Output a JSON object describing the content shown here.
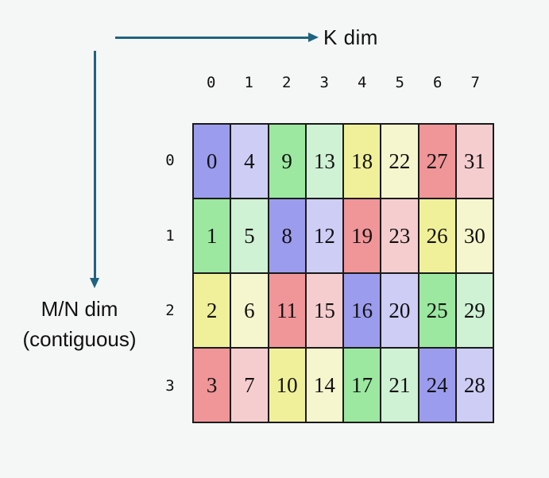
{
  "colors": {
    "background": "#f5f6f6",
    "arrow": "#1f6380",
    "grid_line": "#1a1a1a",
    "palette": {
      "purple": "#9c9cee",
      "purple-light": "#cdcdf5",
      "green": "#9ce8a0",
      "green-light": "#cff1d4",
      "yellow": "#f0f09a",
      "yellow-light": "#f6f6ce",
      "red": "#f09598",
      "red-light": "#f6cdcf"
    }
  },
  "axes": {
    "k_label": "K dim",
    "mn_label_line1": "M/N dim",
    "mn_label_line2": "(contiguous)"
  },
  "matrix": {
    "col_headers": [
      "0",
      "1",
      "2",
      "3",
      "4",
      "5",
      "6",
      "7"
    ],
    "row_headers": [
      "0",
      "1",
      "2",
      "3"
    ],
    "rows": [
      {
        "cells": [
          {
            "v": "0",
            "c": "purple"
          },
          {
            "v": "4",
            "c": "purple-light"
          },
          {
            "v": "9",
            "c": "green"
          },
          {
            "v": "13",
            "c": "green-light"
          },
          {
            "v": "18",
            "c": "yellow"
          },
          {
            "v": "22",
            "c": "yellow-light"
          },
          {
            "v": "27",
            "c": "red"
          },
          {
            "v": "31",
            "c": "red-light"
          }
        ]
      },
      {
        "cells": [
          {
            "v": "1",
            "c": "green"
          },
          {
            "v": "5",
            "c": "green-light"
          },
          {
            "v": "8",
            "c": "purple"
          },
          {
            "v": "12",
            "c": "purple-light"
          },
          {
            "v": "19",
            "c": "red"
          },
          {
            "v": "23",
            "c": "red-light"
          },
          {
            "v": "26",
            "c": "yellow"
          },
          {
            "v": "30",
            "c": "yellow-light"
          }
        ]
      },
      {
        "cells": [
          {
            "v": "2",
            "c": "yellow"
          },
          {
            "v": "6",
            "c": "yellow-light"
          },
          {
            "v": "11",
            "c": "red"
          },
          {
            "v": "15",
            "c": "red-light"
          },
          {
            "v": "16",
            "c": "purple"
          },
          {
            "v": "20",
            "c": "purple-light"
          },
          {
            "v": "25",
            "c": "green"
          },
          {
            "v": "29",
            "c": "green-light"
          }
        ]
      },
      {
        "cells": [
          {
            "v": "3",
            "c": "red"
          },
          {
            "v": "7",
            "c": "red-light"
          },
          {
            "v": "10",
            "c": "yellow"
          },
          {
            "v": "14",
            "c": "yellow-light"
          },
          {
            "v": "17",
            "c": "green"
          },
          {
            "v": "21",
            "c": "green-light"
          },
          {
            "v": "24",
            "c": "purple"
          },
          {
            "v": "28",
            "c": "purple-light"
          }
        ]
      }
    ]
  }
}
